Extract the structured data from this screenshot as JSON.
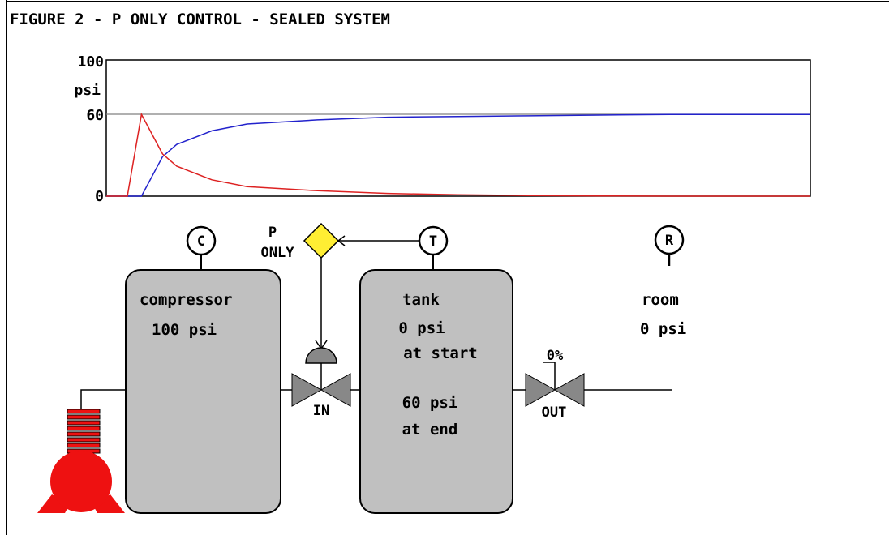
{
  "figure": {
    "title": "FIGURE 2 - P ONLY CONTROL - SEALED SYSTEM"
  },
  "chart": {
    "y_unit": "psi",
    "y_ticks": [
      "100",
      "60",
      "0"
    ],
    "setpoint": 60
  },
  "chart_data": {
    "type": "line",
    "title": "",
    "xlabel": "",
    "ylabel": "psi",
    "ylim": [
      0,
      100
    ],
    "x": [
      0.0,
      0.03,
      0.05,
      0.08,
      0.1,
      0.15,
      0.2,
      0.3,
      0.4,
      0.5,
      0.6,
      0.7,
      0.8,
      0.9,
      1.0
    ],
    "series": [
      {
        "color": "#2222cc",
        "values": [
          0,
          0,
          0,
          29,
          38,
          48,
          53,
          56,
          58,
          58.5,
          59,
          59.5,
          60,
          60,
          60
        ]
      },
      {
        "color": "#dd2222",
        "values": [
          0,
          0,
          60,
          31,
          22,
          12,
          7,
          4,
          2,
          1,
          0.5,
          0.2,
          0,
          0,
          0
        ]
      }
    ]
  },
  "diagram": {
    "controller_label_1": "P",
    "controller_label_2": "ONLY",
    "gauge_c": "C",
    "gauge_t": "T",
    "gauge_r": "R",
    "compressor_name": "compressor",
    "compressor_pressure": "100 psi",
    "tank_name": "tank",
    "tank_line1": "0 psi",
    "tank_line2": "at start",
    "tank_line3": "60 psi",
    "tank_line4": "at end",
    "room_name": "room",
    "room_pressure": "0 psi",
    "valve_in_label": "IN",
    "valve_out_label": "OUT",
    "valve_out_opening": "0%",
    "colors": {
      "vessel": "#c0c0c0",
      "motor": "#ee1111",
      "controller": "#ffee33",
      "valve": "#888888"
    }
  }
}
